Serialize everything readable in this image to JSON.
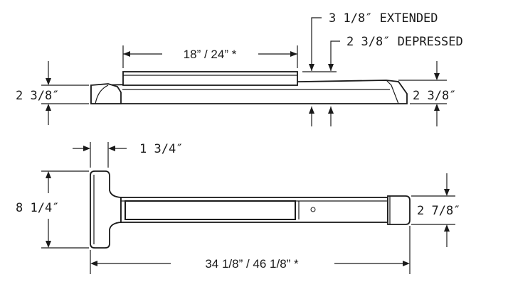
{
  "dimensions": {
    "extended": "3 1/8″ EXTENDED",
    "depressed": "2 3/8″ DEPRESSED",
    "length_top": "18” / 24” *",
    "height_left_top": "2 3/8″",
    "height_right_top": "2 3/8″",
    "end_cap_width": "1 3/4″",
    "end_cap_height": "8 1/4″",
    "housing_height": "2 7/8″",
    "overall_length": "34 1/8” / 46 1/8” *"
  }
}
